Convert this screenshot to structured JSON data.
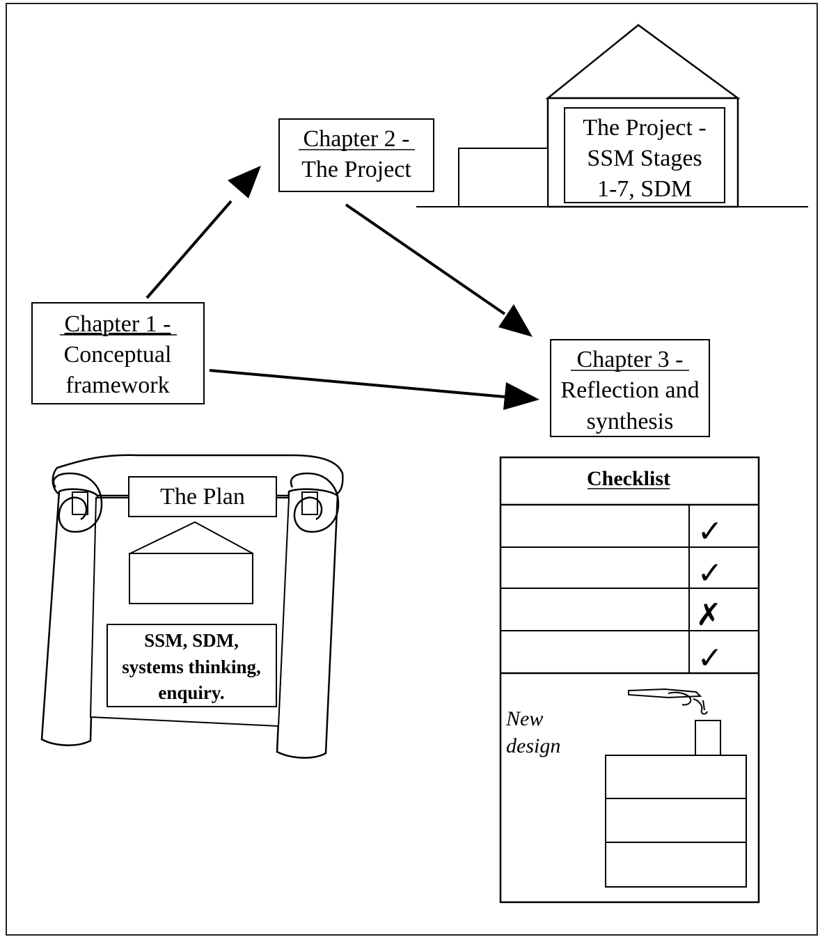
{
  "chapters": {
    "chapter1": {
      "heading": "Chapter 1 -",
      "line2": "Conceptual",
      "line3": "framework"
    },
    "chapter2": {
      "heading": "Chapter 2 -",
      "line2": "The Project"
    },
    "chapter3": {
      "heading": "Chapter 3 -",
      "line2": "Reflection and",
      "line3": "synthesis"
    }
  },
  "house": {
    "line1": "The Project -",
    "line2": "SSM Stages",
    "line3": "1-7, SDM"
  },
  "plan": {
    "title": "The Plan",
    "line1": "SSM, SDM,",
    "line2": "systems thinking,",
    "line3": "enquiry."
  },
  "checklist": {
    "title": "Checklist",
    "marks": [
      "✓",
      "✓",
      "✗",
      "✓"
    ],
    "new_design_line1": "New",
    "new_design_line2": "design"
  }
}
